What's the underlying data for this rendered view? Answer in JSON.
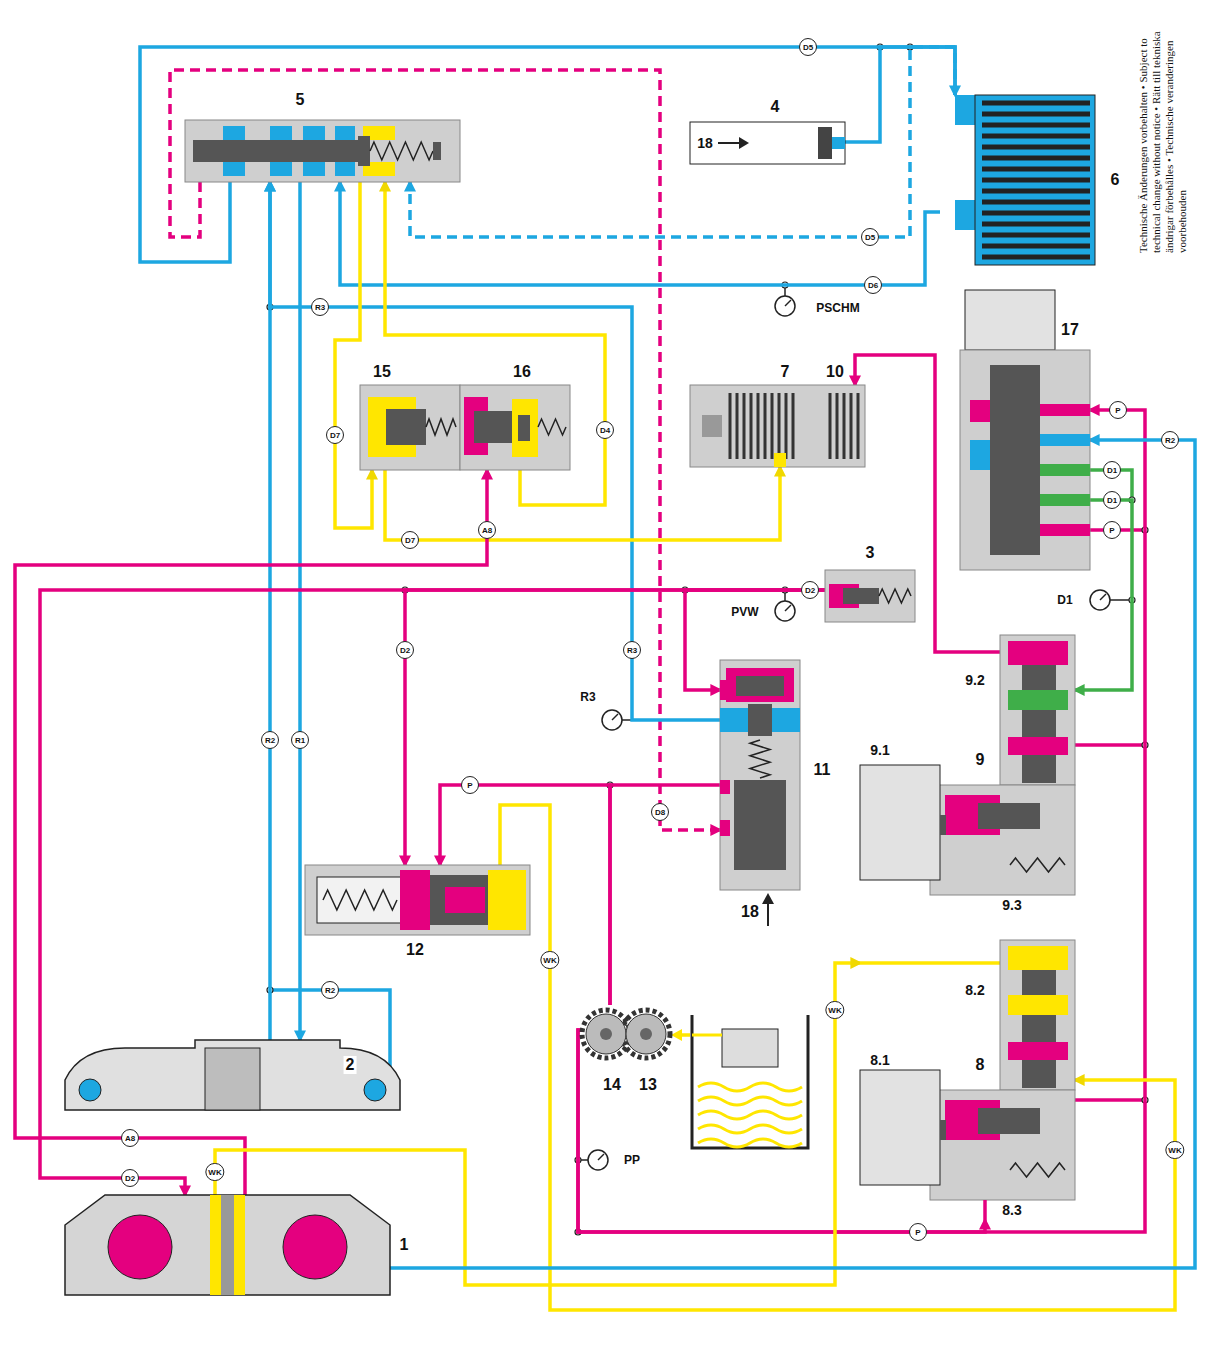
{
  "diagram": {
    "nodes": [
      {
        "text": [
          "5"
        ]
      },
      {
        "text": [
          "4"
        ]
      },
      {
        "text": [
          "6"
        ]
      },
      {
        "text": [
          "15"
        ]
      },
      {
        "text": [
          "16"
        ]
      },
      {
        "text": [
          "7"
        ]
      },
      {
        "text": [
          "3"
        ]
      },
      {
        "text": [
          "17"
        ]
      },
      {
        "text": [
          "9"
        ]
      },
      {
        "text": [
          "11"
        ]
      },
      {
        "text": [
          "12"
        ]
      },
      {
        "text": [
          "2"
        ]
      },
      {
        "text": [
          "14"
        ]
      },
      {
        "text": [
          "13"
        ]
      },
      {
        "text": [
          "8"
        ]
      },
      {
        "text": [
          "1"
        ]
      }
    ],
    "edges": [
      {
        "from": 0,
        "to": 2,
        "arrow": "to",
        "label": "D5"
      },
      {
        "from": 1,
        "to": 2,
        "arrow": "none"
      },
      {
        "from": 2,
        "to": 0,
        "arrow": "to",
        "label": "D5"
      },
      {
        "from": 0,
        "to": 9,
        "arrow": "to",
        "label": "D8"
      },
      {
        "from": 2,
        "to": 0,
        "arrow": "to",
        "label": "D6"
      },
      {
        "from": 9,
        "to": 0,
        "arrow": "to",
        "label": "R3"
      },
      {
        "from": 11,
        "to": 0,
        "arrow": "to",
        "label": "R2"
      },
      {
        "from": 0,
        "to": 11,
        "arrow": "to",
        "label": "R1"
      },
      {
        "from": 4,
        "to": 0,
        "arrow": "to",
        "label": "D4"
      },
      {
        "from": 0,
        "to": 3,
        "arrow": "to",
        "label": "D7"
      },
      {
        "from": 3,
        "to": 5,
        "arrow": "to",
        "label": "D7"
      },
      {
        "from": 15,
        "to": 4,
        "arrow": "to",
        "label": "A8"
      },
      {
        "from": 6,
        "to": 15,
        "arrow": "to",
        "label": "D2"
      },
      {
        "from": 6,
        "to": 10,
        "arrow": "to",
        "label": "D2"
      },
      {
        "from": 6,
        "to": 9,
        "arrow": "to",
        "label": "D2"
      },
      {
        "from": 12,
        "to": 10,
        "arrow": "to",
        "label": "P"
      },
      {
        "from": 12,
        "to": 9,
        "arrow": "none"
      },
      {
        "from": 12,
        "to": 14,
        "arrow": "to",
        "label": "P"
      },
      {
        "from": 12,
        "to": 7,
        "arrow": "to"
      },
      {
        "from": 7,
        "to": 8,
        "arrow": "to"
      },
      {
        "from": 8,
        "to": 5,
        "arrow": "to"
      },
      {
        "from": 10,
        "to": 14,
        "arrow": "to",
        "label": "WK"
      },
      {
        "from": 15,
        "to": 14,
        "arrow": "to",
        "label": "WK"
      },
      {
        "from": 15,
        "to": 7,
        "arrow": "to"
      }
    ],
    "labels": [
      "10",
      "18",
      "9.1",
      "9.2",
      "9.3",
      "8.1",
      "8.2",
      "8.3",
      "18",
      "PSCHM",
      "PVW",
      "R3",
      "PP",
      "D1",
      "R3",
      "A8",
      "R2",
      "WK",
      "WK",
      "P",
      "R2",
      "D1",
      "D1",
      "P",
      "Technische Änderungen vorbehalten • Subject to technical change without notice • Rätt till tekniska ändrigar förbehålles • Technische veranderingen voorbehouden"
    ]
  }
}
